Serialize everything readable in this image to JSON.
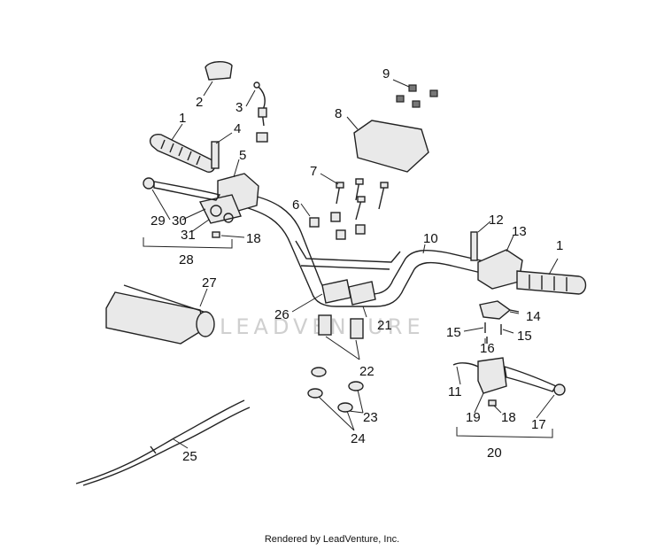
{
  "diagram": {
    "callouts": {
      "c1a": "1",
      "c1b": "1",
      "c2": "2",
      "c3": "3",
      "c4": "4",
      "c5": "5",
      "c6": "6",
      "c7": "7",
      "c8": "8",
      "c9": "9",
      "c10": "10",
      "c11": "11",
      "c12": "12",
      "c13": "13",
      "c14": "14",
      "c15a": "15",
      "c15b": "15",
      "c16": "16",
      "c17": "17",
      "c18a": "18",
      "c18b": "18",
      "c19": "19",
      "c20": "20",
      "c21": "21",
      "c22": "22",
      "c23": "23",
      "c24": "24",
      "c25": "25",
      "c26": "26",
      "c27": "27",
      "c28": "28",
      "c29": "29",
      "c30": "30",
      "c31": "31"
    },
    "watermark": "LEADVENTURE",
    "credit": "Rendered by LeadVenture, Inc."
  }
}
